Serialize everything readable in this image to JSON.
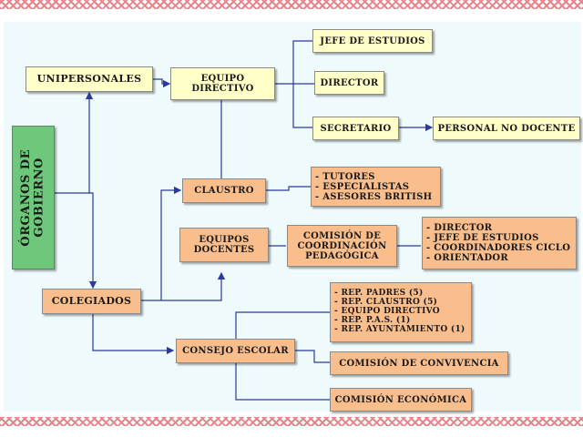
{
  "root": {
    "line1": "ÓRGANOS DE",
    "line2": "GOBIERNO"
  },
  "unipersonales": {
    "label": "UNIPERSONALES"
  },
  "equipo_directivo": {
    "line1": "EQUIPO",
    "line2": "DIRECTIVO"
  },
  "jefe_estudios": {
    "label": "JEFE DE ESTUDIOS"
  },
  "director": {
    "label": "DIRECTOR"
  },
  "secretario": {
    "label": "SECRETARIO"
  },
  "personal_no_docente": {
    "label": "PERSONAL NO DOCENTE"
  },
  "claustro": {
    "label": "CLAUSTRO"
  },
  "claustro_members": {
    "items": [
      "- TUTORES",
      "- ESPECIALISTAS",
      "- ASESORES BRITISH"
    ]
  },
  "equipos_docentes": {
    "line1": "EQUIPOS",
    "line2": "DOCENTES"
  },
  "ccp": {
    "line1": "COMISIÓN DE",
    "line2": "COORDINACIÓN",
    "line3": "PEDAGÓGICA"
  },
  "ccp_members": {
    "items": [
      "- DIRECTOR",
      "- JEFE DE ESTUDIOS",
      "- COORDINADORES CICLO",
      "- ORIENTADOR"
    ]
  },
  "colegiados": {
    "label": "COLEGIADOS"
  },
  "consejo_escolar": {
    "label": "CONSEJO ESCOLAR"
  },
  "consejo_members": {
    "items": [
      "- REP. PADRES (5)",
      "- REP. CLAUSTRO (5)",
      "- EQUIPO DIRECTIVO",
      "- REP. P.A.S. (1)",
      "- REP. AYUNTAMIENTO (1)"
    ]
  },
  "comision_convivencia": {
    "label": "COMISIÓN DE CONVIVENCIA"
  },
  "comision_economica": {
    "label": "COMISIÓN ECONÓMICA"
  },
  "colors": {
    "yellow": "#ffffc8",
    "orange": "#f9be8c",
    "green": "#6fc77c",
    "line": "#2b3a9c"
  }
}
